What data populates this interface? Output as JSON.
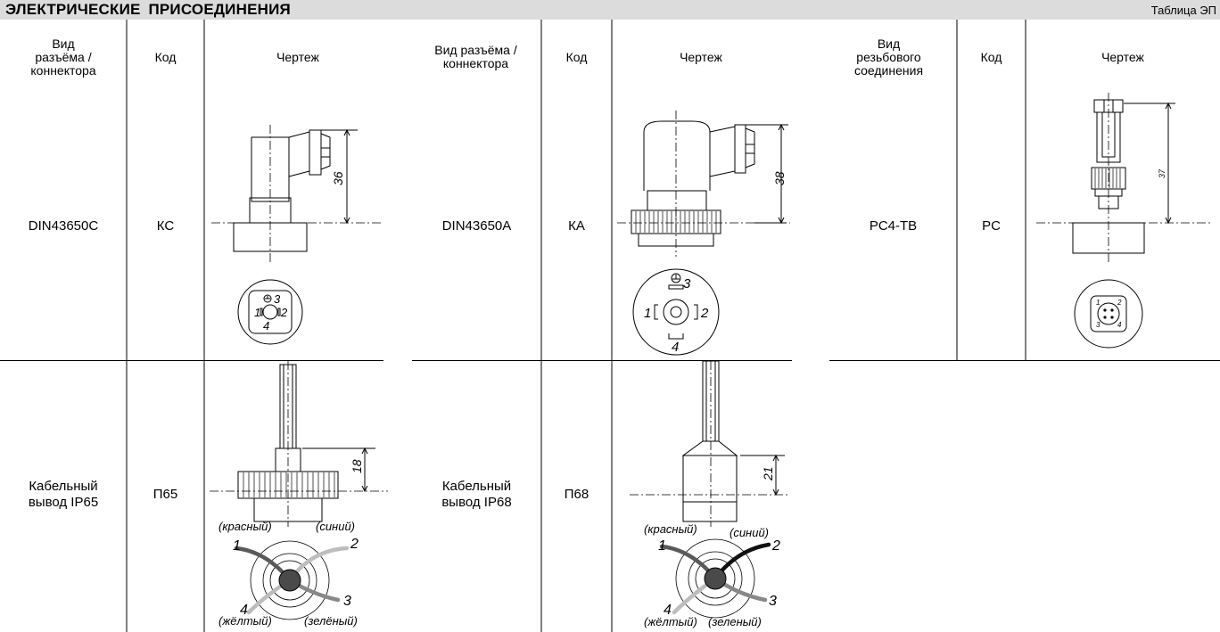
{
  "header": {
    "title": "ЭЛЕКТРИЧЕСКИЕ  ПРИСОЕДИНЕНИЯ",
    "table_label": "Таблица ЭП"
  },
  "columns": {
    "group1": {
      "view": "Вид\nразъёма /\nконнектора",
      "code": "Код",
      "drawing": "Чертеж"
    },
    "group2": {
      "view": "Вид разъёма /\nконнектора",
      "code": "Код",
      "drawing": "Чертеж"
    },
    "group3": {
      "view": "Вид\nрезьбового\nсоединения",
      "code": "Код",
      "drawing": "Чертеж"
    }
  },
  "rows": [
    {
      "g1": {
        "name": "DIN43650C",
        "code": "КС",
        "dim": "36",
        "pins": [
          "3",
          "1",
          "2",
          "4"
        ]
      },
      "g2": {
        "name": "DIN43650A",
        "code": "КА",
        "dim": "38",
        "pins": [
          "3",
          "1",
          "2",
          "4"
        ]
      },
      "g3": {
        "name": "PC4-TB",
        "code": "PC",
        "dim": "37",
        "pins": [
          "1",
          "2",
          "3",
          "4"
        ]
      }
    },
    {
      "g1": {
        "name": "Кабельный\nвывод IP65",
        "code": "П65",
        "dim": "18",
        "wires": {
          "red": "(красный)",
          "blue": "(синий)",
          "yellow": "(жёлтый)",
          "green": "(зелёный)",
          "n1": "1",
          "n2": "2",
          "n3": "3",
          "n4": "4"
        }
      },
      "g2": {
        "name": "Кабельный\nвывод IP68",
        "code": "П68",
        "dim": "21",
        "wires": {
          "red": "(красный)",
          "blue": "(синий)",
          "yellow": "(жёлтый)",
          "green": "(зеленый)",
          "n1": "1",
          "n2": "2",
          "n3": "3",
          "n4": "4"
        }
      }
    }
  ],
  "colors": {
    "title_bg": "#dcdcdc",
    "line": "#000000",
    "wire_dark": "#5a5a5a",
    "wire_mid": "#888888",
    "wire_light": "#bdbdbd"
  }
}
